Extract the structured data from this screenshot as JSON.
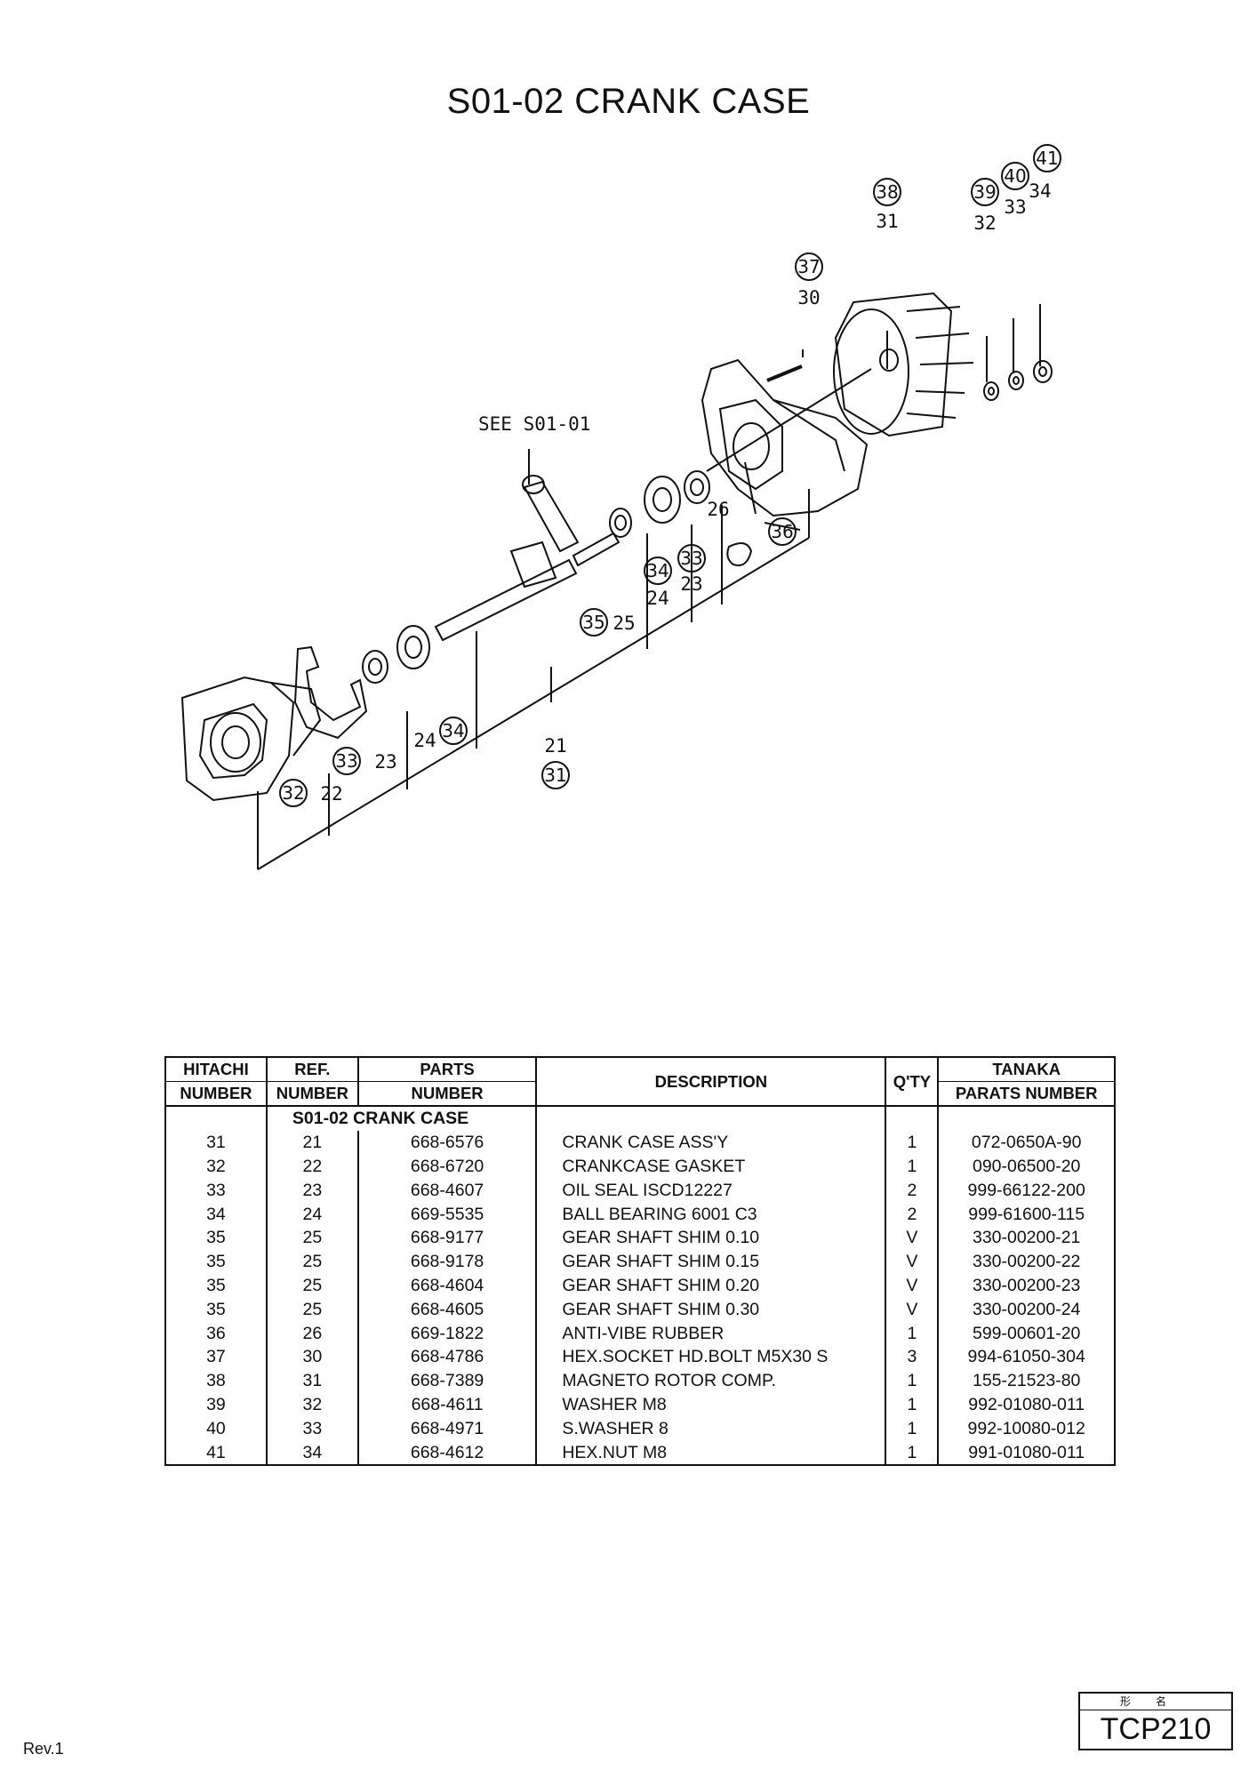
{
  "page": {
    "title": "S01-02 CRANK CASE",
    "revision": "Rev.1",
    "model_label": "形名",
    "model_code": "TCP210"
  },
  "diagram": {
    "see_ref": "SEE S01-01",
    "callouts": [
      {
        "circled": "41",
        "ref": "34"
      },
      {
        "circled": "40",
        "ref": "33"
      },
      {
        "circled": "39",
        "ref": "32"
      },
      {
        "circled": "38",
        "ref": "31"
      },
      {
        "circled": "37",
        "ref": "30"
      },
      {
        "circled": "36",
        "ref": "26"
      },
      {
        "circled": "35",
        "ref": "25"
      },
      {
        "circled": "34",
        "ref": "24"
      },
      {
        "circled": "33",
        "ref": "23"
      },
      {
        "circled": "34",
        "ref": "24"
      },
      {
        "circled": "33",
        "ref": "23"
      },
      {
        "circled": "32",
        "ref": "22"
      },
      {
        "circled": "31",
        "ref": "21"
      }
    ]
  },
  "table": {
    "headers": {
      "hitachi_top": "HITACHI",
      "hitachi_bot": "NUMBER",
      "ref_top": "REF.",
      "ref_bot": "NUMBER",
      "parts_top": "PARTS",
      "parts_bot": "NUMBER",
      "description": "DESCRIPTION",
      "qty": "Q'TY",
      "tanaka_top": "TANAKA",
      "tanaka_bot": "PARATS NUMBER"
    },
    "section": "S01-02  CRANK CASE",
    "rows": [
      [
        "31",
        "21",
        "668-6576",
        "CRANK CASE ASS'Y",
        "1",
        "072-0650A-90"
      ],
      [
        "32",
        "22",
        "668-6720",
        "CRANKCASE GASKET",
        "1",
        "090-06500-20"
      ],
      [
        "33",
        "23",
        "668-4607",
        "OIL SEAL ISCD12227",
        "2",
        "999-66122-200"
      ],
      [
        "34",
        "24",
        "669-5535",
        "BALL BEARING 6001 C3",
        "2",
        "999-61600-115"
      ],
      [
        "35",
        "25",
        "668-9177",
        "GEAR SHAFT SHIM 0.10",
        "V",
        "330-00200-21"
      ],
      [
        "35",
        "25",
        "668-9178",
        "GEAR SHAFT SHIM 0.15",
        "V",
        "330-00200-22"
      ],
      [
        "35",
        "25",
        "668-4604",
        "GEAR SHAFT SHIM 0.20",
        "V",
        "330-00200-23"
      ],
      [
        "35",
        "25",
        "668-4605",
        "GEAR SHAFT SHIM 0.30",
        "V",
        "330-00200-24"
      ],
      [
        "36",
        "26",
        "669-1822",
        "ANTI-VIBE RUBBER",
        "1",
        "599-00601-20"
      ],
      [
        "37",
        "30",
        "668-4786",
        "HEX.SOCKET HD.BOLT M5X30 S",
        "3",
        "994-61050-304"
      ],
      [
        "38",
        "31",
        "668-7389",
        "MAGNETO ROTOR COMP.",
        "1",
        "155-21523-80"
      ],
      [
        "39",
        "32",
        "668-4611",
        "WASHER M8",
        "1",
        "992-01080-011"
      ],
      [
        "40",
        "33",
        "668-4971",
        "S.WASHER 8",
        "1",
        "992-10080-012"
      ],
      [
        "41",
        "34",
        "668-4612",
        "HEX.NUT M8",
        "1",
        "991-01080-011"
      ]
    ]
  }
}
